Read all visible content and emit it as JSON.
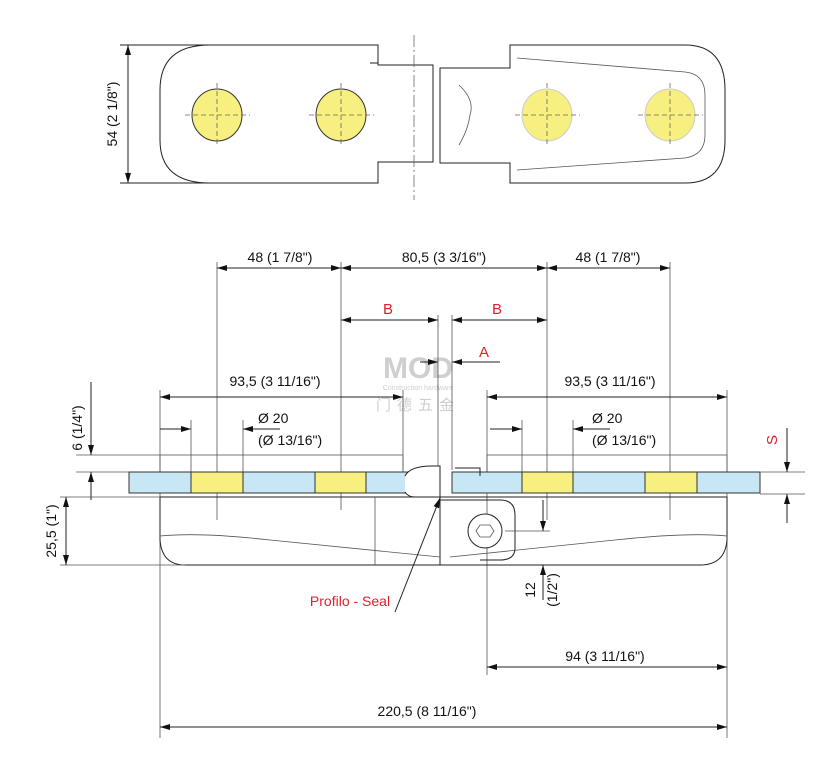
{
  "top_view": {
    "height_dim": "54 (2  1/8\")"
  },
  "front_view": {
    "dim_48_left": "48 (1  7/8\")",
    "dim_80_5": "80,5 (3  3/16\")",
    "dim_48_right": "48 (1  7/8\")",
    "label_b_left": "B",
    "label_b_right": "B",
    "label_a": "A",
    "dim_93_5_left": "93,5 (3  11/16\")",
    "dim_93_5_right": "93,5 (3  11/16\")",
    "dia_left": "Ø 20",
    "dia_left_in": "(Ø 13/16\")",
    "dia_right": "Ø 20",
    "dia_right_in": "(Ø 13/16\")",
    "dim_6": "6 (1/4\")",
    "label_s": "S",
    "dim_25_5": "25,5 (1\")",
    "dim_12": "12",
    "dim_12_in": "(1/2\")",
    "seal_label": "Profilo - Seal",
    "dim_94": "94 (3  11/16\")",
    "dim_220_5": "220,5 (8  11/16\")"
  },
  "watermark": {
    "brand": "MOD",
    "tagline": "Construction hardware",
    "chinese": "门德五金"
  },
  "colors": {
    "glass": "#c6e7f3",
    "hole": "#f7ef80",
    "accent": "#e0202a"
  }
}
